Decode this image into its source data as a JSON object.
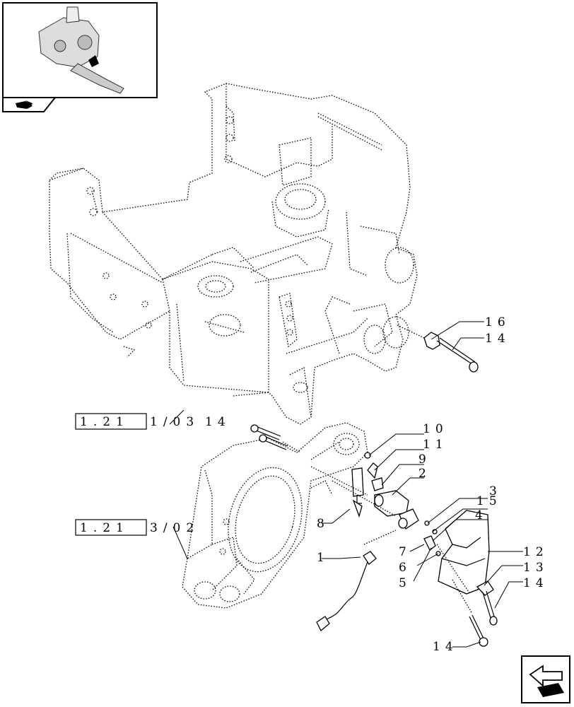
{
  "refs": {
    "ref1": "1.21",
    "ref1_suffix": "1/03",
    "ref2": "1.21",
    "ref2_suffix": "3/02"
  },
  "callouts": {
    "c1": "1",
    "c2": "2",
    "c3": "3",
    "c4": "4",
    "c5": "5",
    "c6": "6",
    "c7": "7",
    "c8": "8",
    "c9": "9",
    "c10": "10",
    "c11": "11",
    "c12": "12",
    "c13": "13",
    "c14a": "14",
    "c14b": "14",
    "c14c": "14",
    "c14d": "14",
    "c15": "15",
    "c16": "16"
  }
}
